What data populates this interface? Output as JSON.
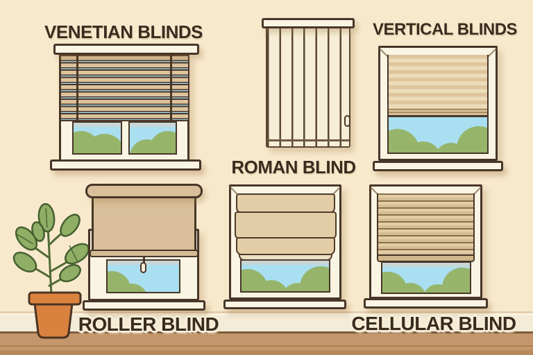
{
  "scene": {
    "description": "Cartoon illustration of six window blind styles on a cream wall with a wooden floor and a potted plant",
    "colors": {
      "wall": "#f8e9cd",
      "baseboard": "#f4ecd7",
      "floor": "#c3966b",
      "floor_edge": "#7d5a3e",
      "outline": "#473628",
      "window_frame": "#faf4e3",
      "blind_tan": "#dcc39c",
      "blind_light_tan": "#ecdcba",
      "sky": "#a9dff0",
      "bush": "#96b56b",
      "label_text": "#392c1f",
      "pot": "#d9813f",
      "leaf": "#8fae66"
    }
  },
  "labels": {
    "venetian": "VENETIAN BLINDS",
    "vertical": "VERTICAL BLINDS",
    "roman": "ROMAN BLIND",
    "roller": "ROLLER BLIND",
    "cellular": "CELLULAR BLIND"
  }
}
